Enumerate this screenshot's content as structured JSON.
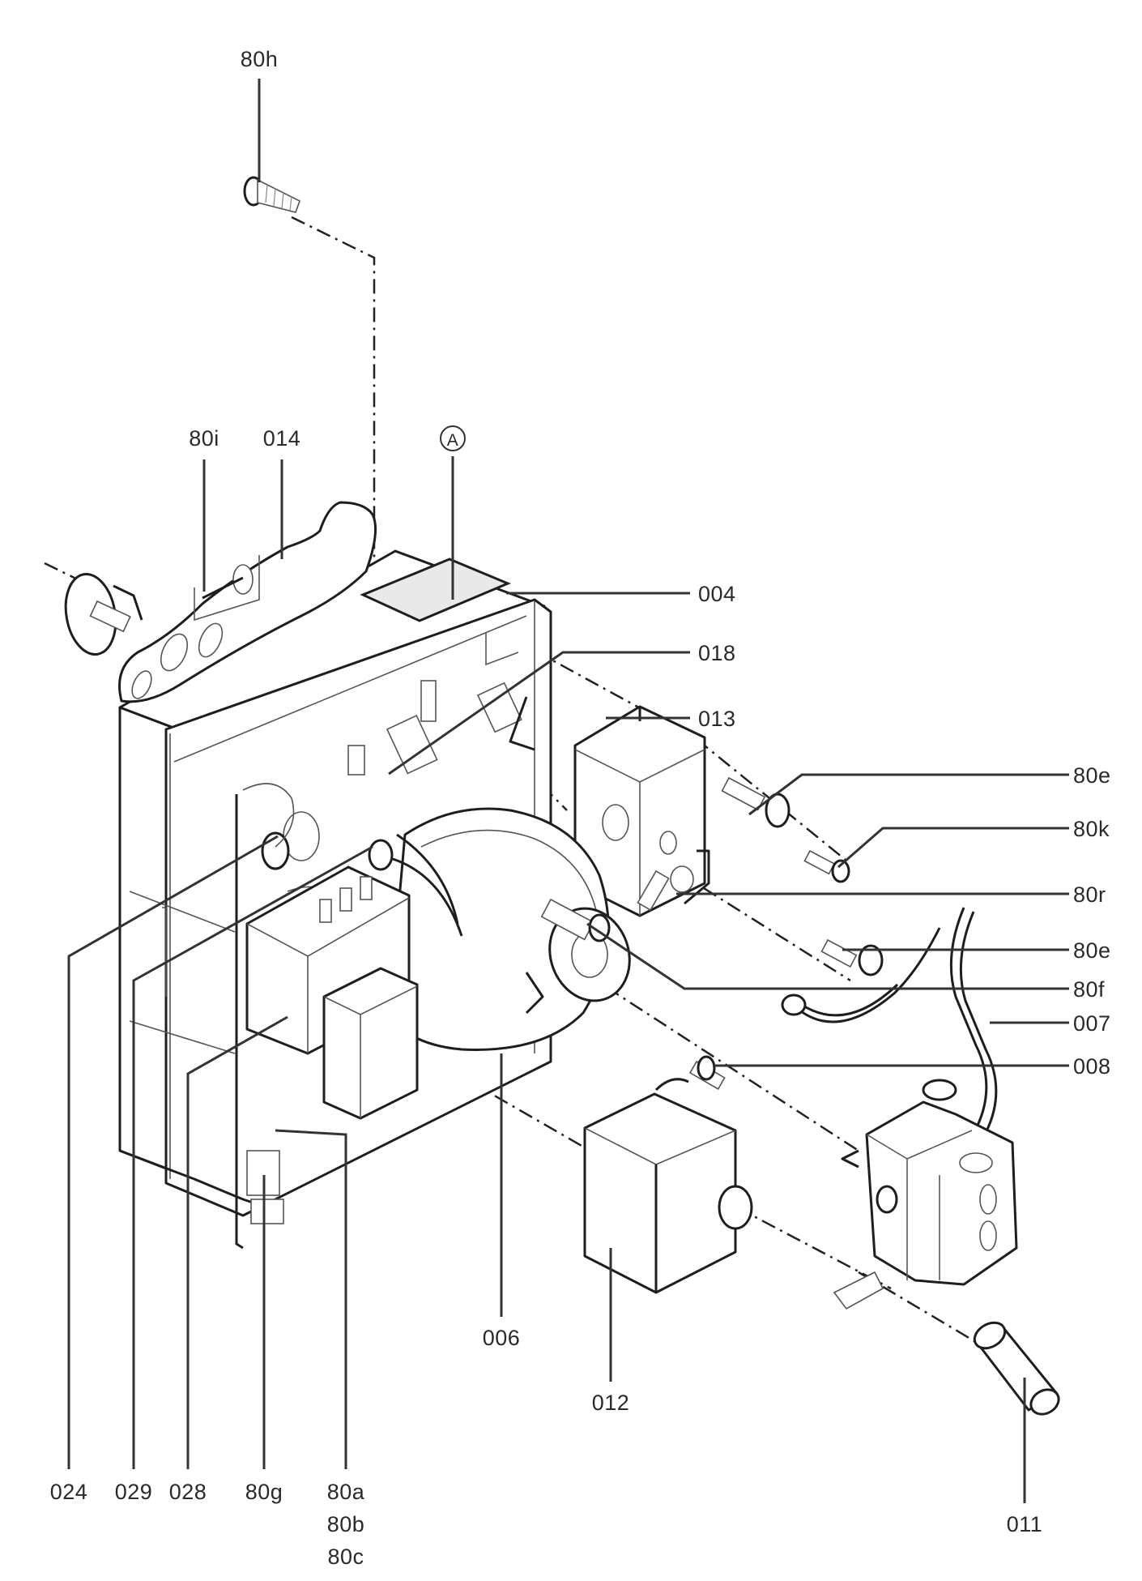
{
  "diagram": {
    "type": "exploded-parts-view",
    "marker": "A",
    "parts": [
      {
        "id": "80h"
      },
      {
        "id": "80i"
      },
      {
        "id": "014"
      },
      {
        "id": "004"
      },
      {
        "id": "018"
      },
      {
        "id": "013"
      },
      {
        "id": "80e_top",
        "label": "80e"
      },
      {
        "id": "80k"
      },
      {
        "id": "80r"
      },
      {
        "id": "80e_low",
        "label": "80e"
      },
      {
        "id": "80f"
      },
      {
        "id": "007"
      },
      {
        "id": "008"
      },
      {
        "id": "006"
      },
      {
        "id": "012"
      },
      {
        "id": "011"
      },
      {
        "id": "024"
      },
      {
        "id": "029"
      },
      {
        "id": "028"
      },
      {
        "id": "80g"
      },
      {
        "id": "80abc"
      }
    ],
    "labels": {
      "p80h": "80h",
      "p80i": "80i",
      "p014": "014",
      "pA": "A",
      "p004": "004",
      "p018": "018",
      "p013": "013",
      "p80e_top": "80e",
      "p80k": "80k",
      "p80r": "80r",
      "p80e_low": "80e",
      "p80f": "80f",
      "p007": "007",
      "p008": "008",
      "p006": "006",
      "p012": "012",
      "p011": "011",
      "p024": "024",
      "p029": "029",
      "p028": "028",
      "p80g": "80g",
      "p80a": "80a",
      "p80b": "80b",
      "p80c": "80c"
    }
  }
}
